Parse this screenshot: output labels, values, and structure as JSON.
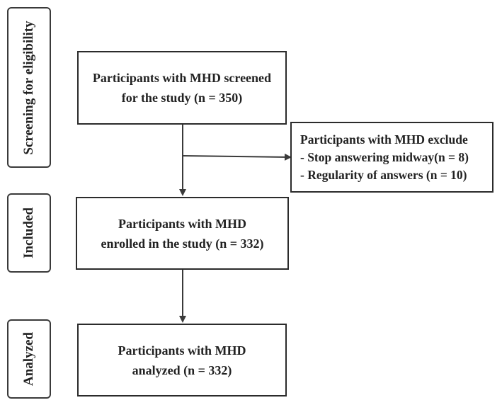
{
  "stages": {
    "screening": "Screening for eligibility",
    "included": "Included",
    "analyzed": "Analyzed"
  },
  "boxes": {
    "screened": {
      "line1": "Participants with MHD screened",
      "line2": "for the study (n = 350)"
    },
    "excluded": {
      "line1": "Participants with MHD exclude",
      "line2": "- Stop answering midway(n = 8)",
      "line3": "- Regularity of answers (n = 10)"
    },
    "enrolled": {
      "line1": "Participants with MHD",
      "line2": "enrolled in the study (n = 332)"
    },
    "analyzed": {
      "line1": "Participants with MHD",
      "line2": "analyzed (n = 332)"
    }
  },
  "colors": {
    "stroke": "#2b2b2b",
    "arrow": "#3a3a3a"
  }
}
